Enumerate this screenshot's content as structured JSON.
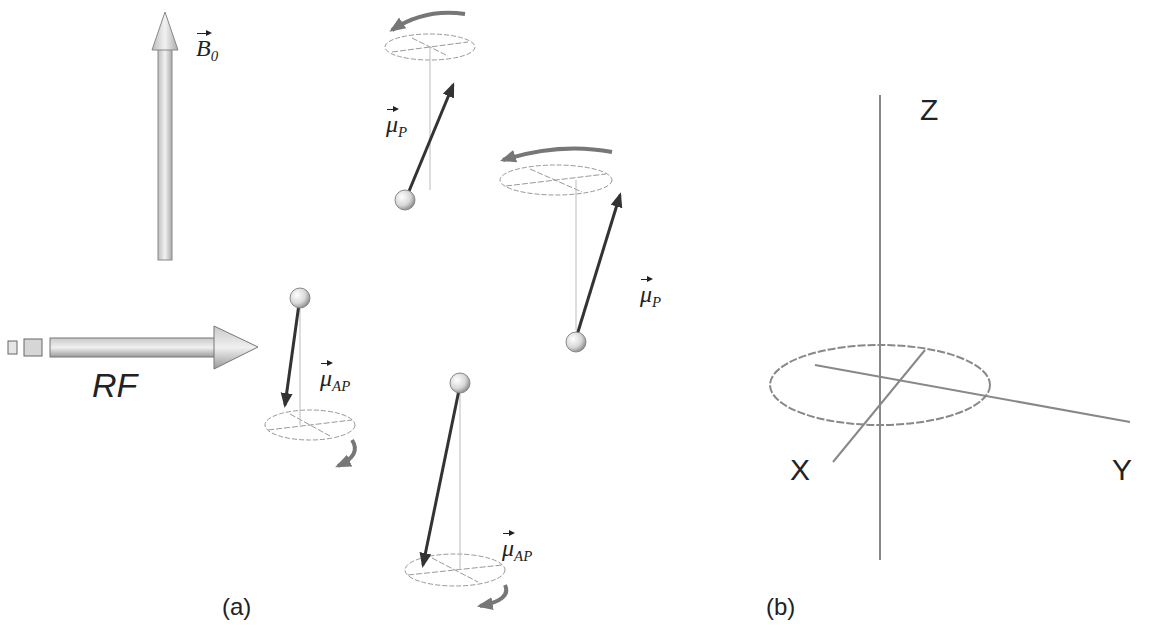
{
  "diagram": {
    "labels": [
      "B0",
      "μP",
      "μP",
      "μAP",
      "μAP",
      "RF",
      "Z",
      "X",
      "Y",
      "(a)",
      "(b)"
    ]
  }
}
